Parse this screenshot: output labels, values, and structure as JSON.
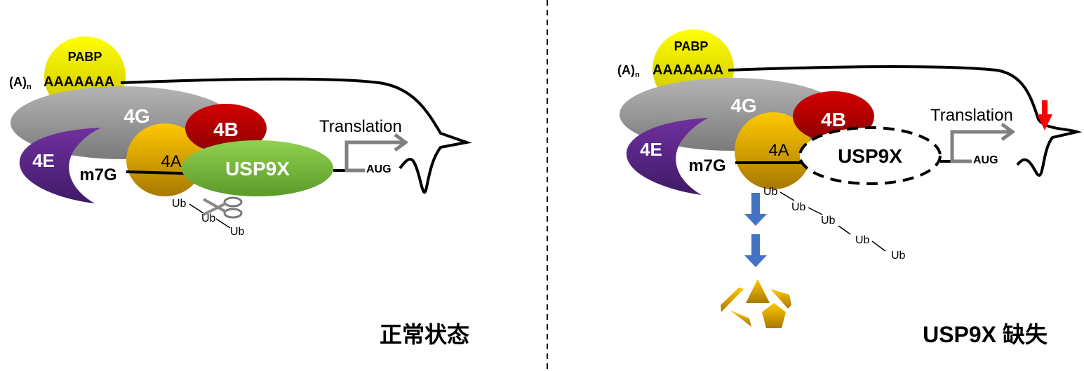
{
  "left_panel": {
    "caption": "正常状态",
    "pabp": "PABP",
    "poly_a_prefix": "(A)",
    "poly_a_sub": "n",
    "poly_a_tail": "AAAAAAA",
    "eif4g": "4G",
    "eif4b": "4B",
    "eif4e": "4E",
    "eif4a": "4A",
    "cap": "m7G",
    "usp9x": "USP9X",
    "translation": "Translation",
    "start_codon": "AUG",
    "ubiquitin": [
      "Ub",
      "Ub",
      "Ub"
    ]
  },
  "right_panel": {
    "caption": "USP9X 缺失",
    "pabp": "PABP",
    "poly_a_prefix": "(A)",
    "poly_a_sub": "n",
    "poly_a_tail": "AAAAAAA",
    "eif4g": "4G",
    "eif4b": "4B",
    "eif4e": "4E",
    "eif4a": "4A",
    "cap": "m7G",
    "usp9x": "USP9X",
    "translation": "Translation",
    "start_codon": "AUG",
    "ubiquitin": [
      "Ub",
      "Ub",
      "Ub",
      "Ub",
      "Ub"
    ]
  },
  "colors": {
    "pabp": "#f2ea00",
    "eif4g": "#9e9e9e",
    "eif4e": "#5b2a8c",
    "eif4a": "#e6a800",
    "eif4b": "#c00000",
    "usp9x": "#7cc242",
    "arrow_blue": "#4472c4",
    "decrease_red": "#ff0000"
  }
}
